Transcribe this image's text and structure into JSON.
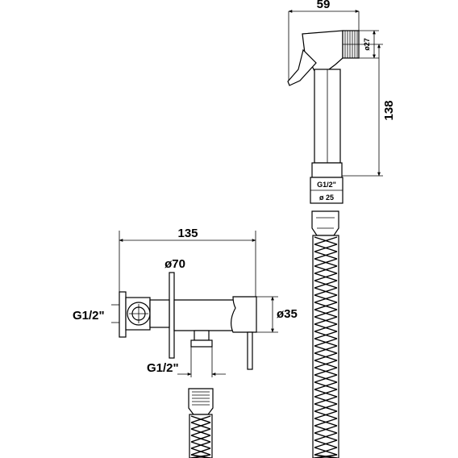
{
  "dimensions": {
    "top_width": "59",
    "outlet_diameter": "ø27",
    "spray_length": "138",
    "spray_thread": "G1/2\"",
    "spray_base_diameter": "ø 25",
    "valve_length": "135",
    "flange_diameter": "ø70",
    "inlet_thread": "G1/2\"",
    "valve_body_diameter": "ø35",
    "outlet_thread": "G1/2\""
  }
}
